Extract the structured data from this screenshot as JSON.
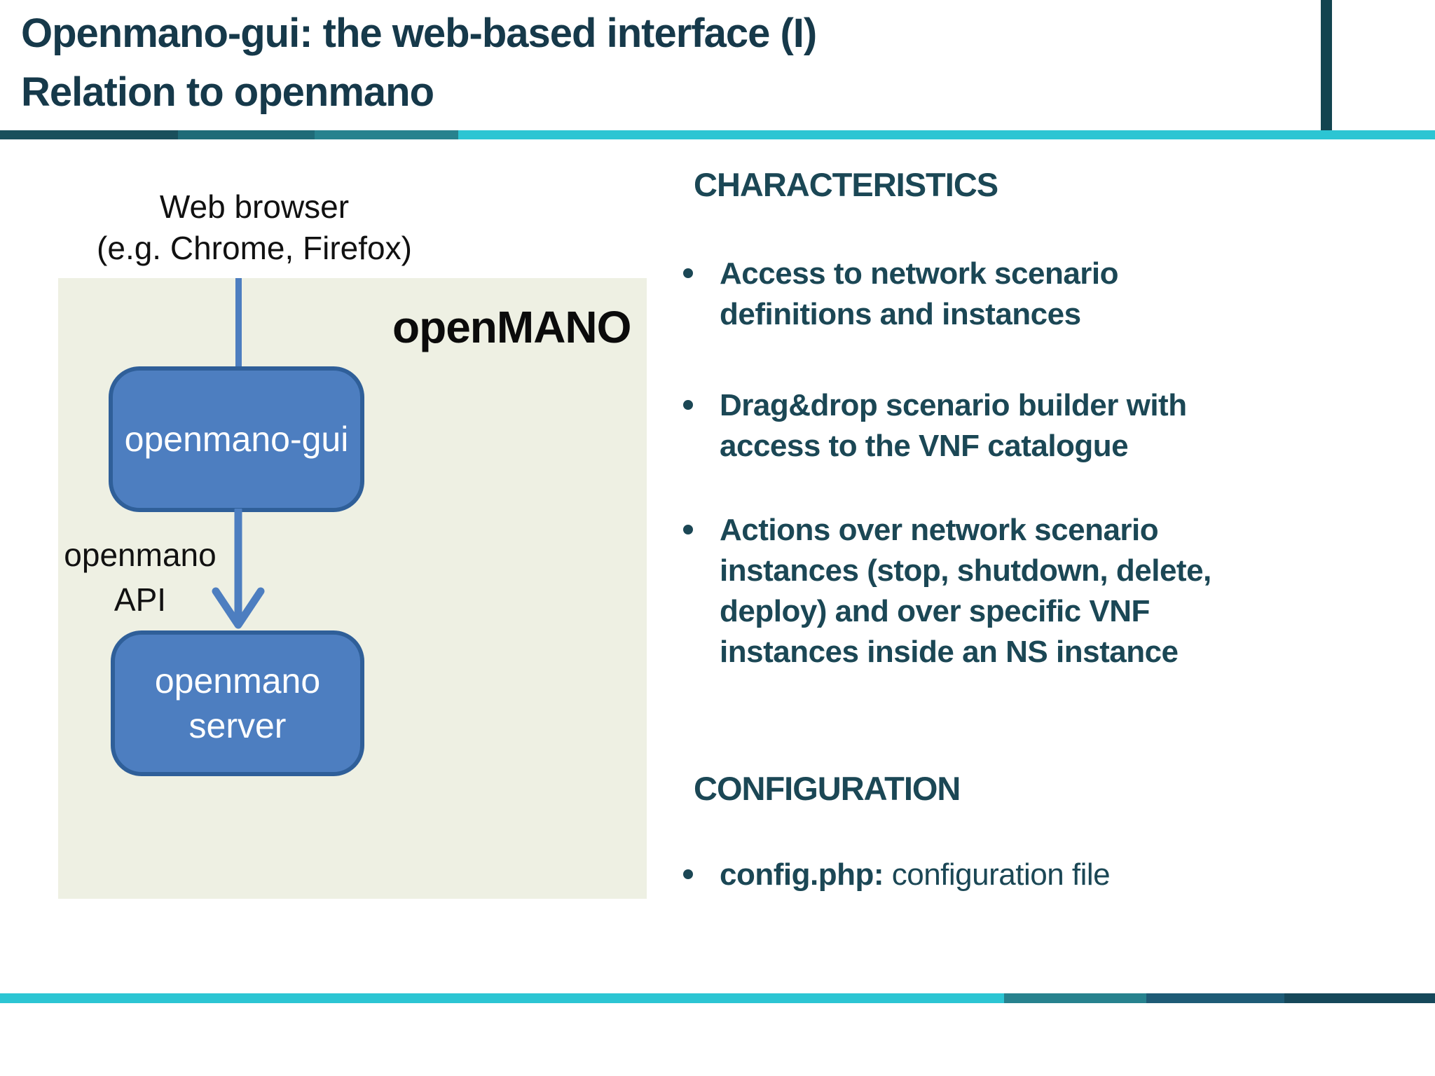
{
  "title": {
    "line1": "Openmano-gui: the web-based interface (I)",
    "line2": "Relation to openmano"
  },
  "diagram": {
    "browser_label": {
      "line1": "Web browser",
      "line2": "(e.g. Chrome, Firefox)"
    },
    "container_label": "openMANO",
    "gui_box_label": "openmano-gui",
    "api_label": {
      "line1": "openmano",
      "line2": "API"
    },
    "server_box_label": {
      "line1": "openmano",
      "line2": "server"
    }
  },
  "characteristics": {
    "heading": "CHARACTERISTICS",
    "bullets": [
      {
        "lines": [
          "Access to network scenario",
          "definitions and instances"
        ]
      },
      {
        "lines": [
          "Drag&drop scenario builder with",
          "access to the VNF catalogue"
        ]
      },
      {
        "lines": [
          "Actions over network scenario",
          "instances (stop, shutdown, delete,",
          "deploy) and over specific VNF",
          "instances inside an NS instance"
        ]
      }
    ]
  },
  "configuration": {
    "heading": "CONFIGURATION",
    "bullet": {
      "term": "config.php:",
      "rest": " configuration file"
    }
  },
  "colors": {
    "accent_cyan": "#2cc5d3",
    "dark_teal": "#16394a",
    "body_teal": "#1b4755",
    "box_blue": "#4d7ec0",
    "box_border": "#2f5f99",
    "container_bg": "#eef0e3"
  }
}
